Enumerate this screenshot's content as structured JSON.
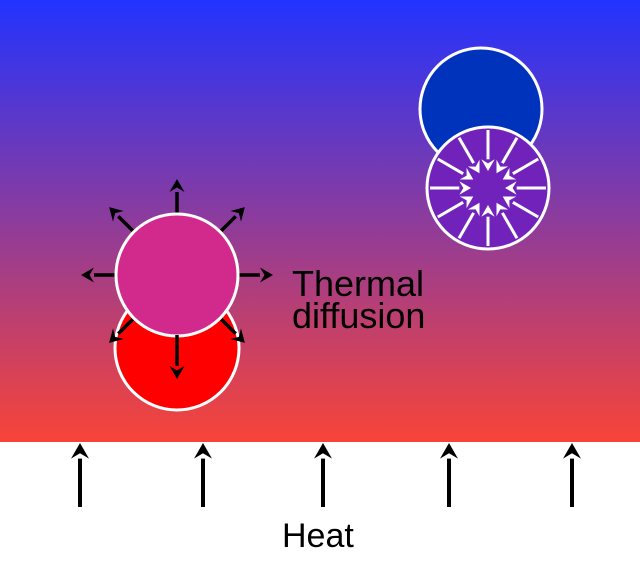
{
  "labels": {
    "thermal_line1": "Thermal",
    "thermal_line2": "diffusion",
    "heat": "Heat"
  },
  "colors": {
    "gradient_top": "#2233ff",
    "gradient_bottom": "#f84438",
    "ground": "#ffffff",
    "hot_parcel_origin": "#ff0000",
    "hot_parcel_current": "#d22a8c",
    "cold_parcel_origin": "#0033bb",
    "cold_parcel_current": "#7022bb",
    "outline": "#ffffff",
    "arrow_dark": "#000000",
    "arrow_light": "#ffffff"
  },
  "icons": {
    "heat_arrow": "up-arrow-icon",
    "outward_arrow": "outward-arrow-icon",
    "inward_arrow": "inward-arrow-icon"
  }
}
